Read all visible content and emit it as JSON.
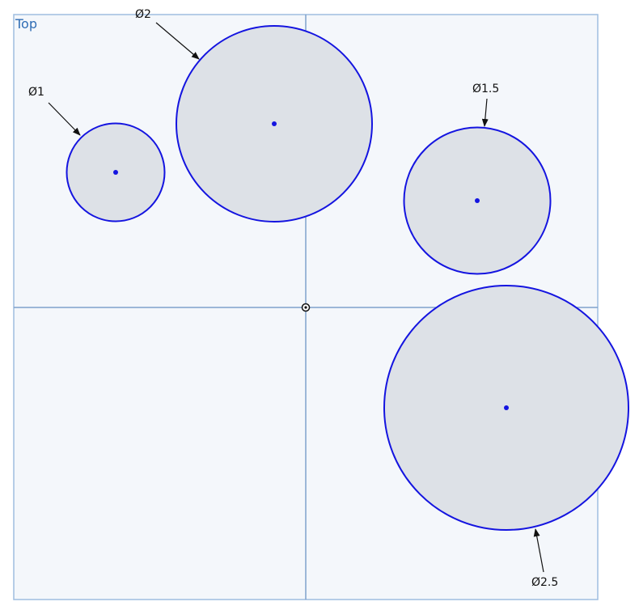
{
  "view": {
    "plane_label": "Top"
  },
  "colors": {
    "plane_fill": "#f4f7fb",
    "plane_border": "#9fbde0",
    "axis_line": "#7ea2cc",
    "circle_stroke": "#1414e0",
    "circle_fill": "#dde1e7",
    "center_point": "#1414e0",
    "dimension_text": "#111111",
    "origin_marker": "#111111"
  },
  "origin_marker": "origin-icon",
  "circles": [
    {
      "id": "circle-1",
      "dimension": "Ø1"
    },
    {
      "id": "circle-2",
      "dimension": "Ø2"
    },
    {
      "id": "circle-1-5",
      "dimension": "Ø1.5"
    },
    {
      "id": "circle-2-5",
      "dimension": "Ø2.5"
    }
  ]
}
